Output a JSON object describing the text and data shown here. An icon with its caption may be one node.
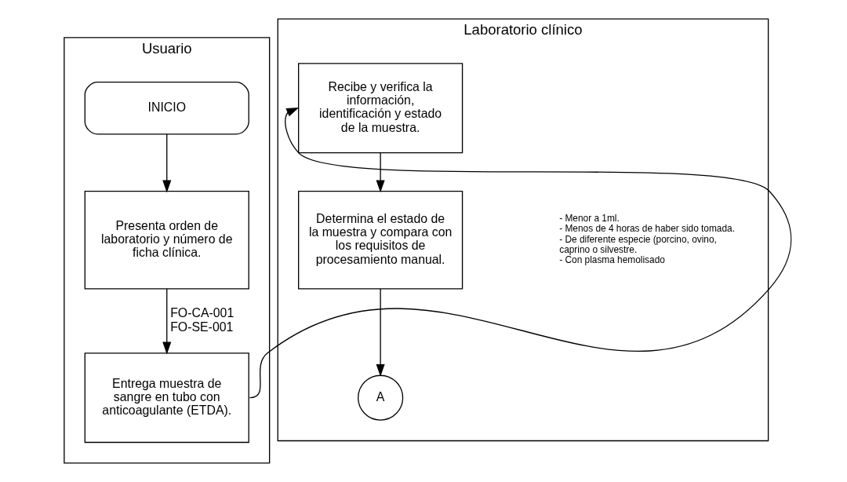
{
  "diagram": {
    "nodes": [
      {
        "text": [
          "Usuario"
        ]
      },
      {
        "text": [
          "Laboratorio clínico"
        ]
      },
      {
        "text": [
          "INICIO"
        ],
        "in": 0
      },
      {
        "text": [
          "Presenta orden de laboratorio y número de ficha clínica."
        ],
        "in": 0
      },
      {
        "text": [
          "Entrega muestra de sangre en tubo con anticoagulante (ETDA)."
        ],
        "in": 0
      },
      {
        "text": [
          "Recibe y verifica la información, identificación y estado de la muestra."
        ],
        "in": 1
      },
      {
        "text": [
          "Determina el estado de la muestra y compara con los requisitos de procesamiento manual."
        ],
        "in": 1,
        "beside": [
          "- Menor a 1ml.",
          "- Menos de 4 horas de haber sido tomada.",
          "- De diferente especie (porcino, ovino, caprino o silvestre.",
          "- Con plasma hemolisado"
        ]
      },
      {
        "text": [
          "A"
        ],
        "in": 1
      }
    ],
    "edges": [
      {
        "from": 2,
        "to": 3,
        "arrow": "to"
      },
      {
        "from": 3,
        "to": 4,
        "arrow": "to",
        "label": "FO-CA-001 FO-SE-001"
      },
      {
        "from": 4,
        "to": 5,
        "arrow": "to"
      },
      {
        "from": 5,
        "to": 6,
        "arrow": "to"
      },
      {
        "from": 6,
        "to": 7,
        "arrow": "to"
      }
    ]
  }
}
